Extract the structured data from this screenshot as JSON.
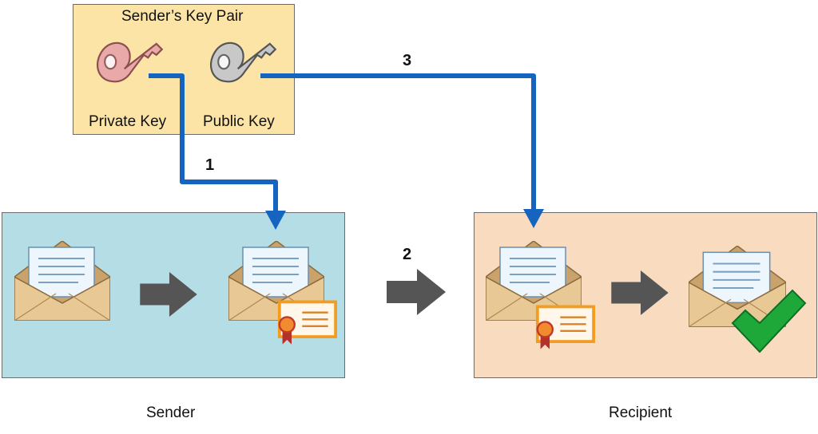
{
  "keypair": {
    "title": "Sender’s Key Pair",
    "private_label": "Private Key",
    "public_label": "Public Key"
  },
  "steps": {
    "one": "1",
    "two": "2",
    "three": "3"
  },
  "sender_label": "Sender",
  "recipient_label": "Recipient",
  "colors": {
    "keypair_bg": "#fce4a6",
    "sender_bg": "#b5dde6",
    "recipient_bg": "#f9dcc0",
    "flow_arrow": "#1565c0",
    "process_arrow": "#555555",
    "check": "#1fa83a",
    "certificate": "#f39c1f"
  },
  "icons": {
    "private_key": "private-key-icon",
    "public_key": "public-key-icon",
    "envelope": "open-envelope-icon",
    "certificate": "certificate-icon",
    "check": "checkmark-icon"
  }
}
